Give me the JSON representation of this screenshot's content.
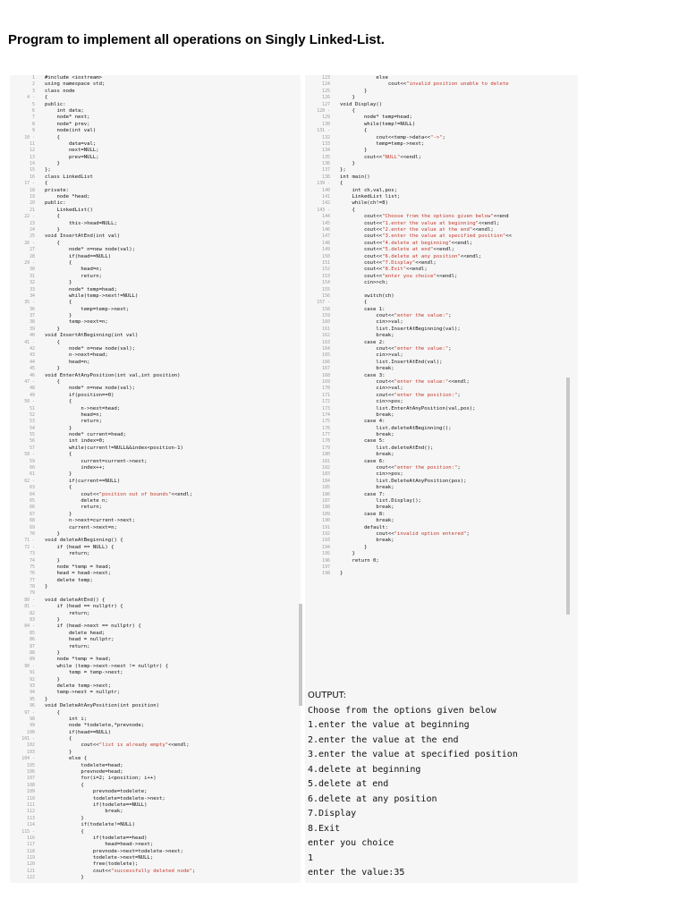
{
  "title": "Program to implement all operations on Singly Linked-List.",
  "left_code": [
    {
      "n": "1",
      "t": "#include <iostream>"
    },
    {
      "n": "2",
      "t": "using namespace std;"
    },
    {
      "n": "3",
      "t": "class node"
    },
    {
      "n": "4 -",
      "t": "{"
    },
    {
      "n": "5",
      "t": "public:"
    },
    {
      "n": "6",
      "t": "    int data;"
    },
    {
      "n": "7",
      "t": "    node* next;"
    },
    {
      "n": "8",
      "t": "    node* prev;"
    },
    {
      "n": "9",
      "t": "    node(int val)"
    },
    {
      "n": "10 -",
      "t": "    {"
    },
    {
      "n": "11",
      "t": "        data=val;"
    },
    {
      "n": "12",
      "t": "        next=NULL;"
    },
    {
      "n": "13",
      "t": "        prev=NULL;"
    },
    {
      "n": "14",
      "t": "    }"
    },
    {
      "n": "15",
      "t": "};"
    },
    {
      "n": "16",
      "t": "class LinkedList"
    },
    {
      "n": "17 -",
      "t": "{"
    },
    {
      "n": "18",
      "t": "private:"
    },
    {
      "n": "19",
      "t": "    node *head;"
    },
    {
      "n": "20",
      "t": "public:"
    },
    {
      "n": "21",
      "t": "    LinkedList()"
    },
    {
      "n": "22 -",
      "t": "    {"
    },
    {
      "n": "23",
      "t": "        this->head=NULL;"
    },
    {
      "n": "24",
      "t": "    }"
    },
    {
      "n": "25",
      "t": "void InsertAtEnd(int val)"
    },
    {
      "n": "26 -",
      "t": "    {"
    },
    {
      "n": "27",
      "t": "        node* n=new node(val);"
    },
    {
      "n": "28",
      "t": "        if(head==NULL)"
    },
    {
      "n": "29 -",
      "t": "        {"
    },
    {
      "n": "30",
      "t": "            head=n;"
    },
    {
      "n": "31",
      "t": "            return;"
    },
    {
      "n": "32",
      "t": "        }"
    },
    {
      "n": "33",
      "t": "        node* temp=head;"
    },
    {
      "n": "34",
      "t": "        while(temp->next!=NULL)"
    },
    {
      "n": "35 -",
      "t": "        {"
    },
    {
      "n": "36",
      "t": "            temp=temp->next;"
    },
    {
      "n": "37",
      "t": "        }"
    },
    {
      "n": "38",
      "t": "        temp->next=n;"
    },
    {
      "n": "39",
      "t": "    }"
    },
    {
      "n": "40",
      "t": "void InsertAtBeginning(int val)"
    },
    {
      "n": "41 -",
      "t": "    {"
    },
    {
      "n": "42",
      "t": "        node* n=new node(val);"
    },
    {
      "n": "43",
      "t": "        n->next=head;"
    },
    {
      "n": "44",
      "t": "        head=n;"
    },
    {
      "n": "45",
      "t": "    }"
    },
    {
      "n": "46",
      "t": "void EnterAtAnyPosition(int val,int position)"
    },
    {
      "n": "47 -",
      "t": "    {"
    },
    {
      "n": "48",
      "t": "        node* n=new node(val);"
    },
    {
      "n": "49",
      "t": "        if(position==0)"
    },
    {
      "n": "50 -",
      "t": "        {"
    },
    {
      "n": "51",
      "t": "            n->next=head;"
    },
    {
      "n": "52",
      "t": "            head=n;"
    },
    {
      "n": "53",
      "t": "            return;"
    },
    {
      "n": "54",
      "t": "        }"
    },
    {
      "n": "55",
      "t": "        node* current=head;"
    },
    {
      "n": "56",
      "t": "        int index=0;"
    },
    {
      "n": "57",
      "t": "        while(current!=NULL&&index<position-1)"
    },
    {
      "n": "58 -",
      "t": "        {"
    },
    {
      "n": "59",
      "t": "            current=current->next;"
    },
    {
      "n": "60",
      "t": "            index++;"
    },
    {
      "n": "61",
      "t": "        }"
    },
    {
      "n": "62 -",
      "t": "        if(current==NULL)"
    },
    {
      "n": "63",
      "t": "        {"
    },
    {
      "n": "64",
      "t": "            cout<<\"position out of bounds\"<<endl;"
    },
    {
      "n": "65",
      "t": "            delete n;"
    },
    {
      "n": "66",
      "t": "            return;"
    },
    {
      "n": "67",
      "t": "        }"
    },
    {
      "n": "68",
      "t": "        n->next=current->next;"
    },
    {
      "n": "69",
      "t": "        current->next=n;"
    },
    {
      "n": "70",
      "t": "    }"
    },
    {
      "n": "71 -",
      "t": "void deleteAtBeginning() {"
    },
    {
      "n": "72 -",
      "t": "    if (head == NULL) {"
    },
    {
      "n": "73",
      "t": "        return;"
    },
    {
      "n": "74",
      "t": "    }"
    },
    {
      "n": "75",
      "t": "    node *temp = head;"
    },
    {
      "n": "76",
      "t": "    head = head->next;"
    },
    {
      "n": "77",
      "t": "    delete temp;"
    },
    {
      "n": "78",
      "t": "}"
    },
    {
      "n": "79",
      "t": ""
    },
    {
      "n": "80 -",
      "t": "void deleteAtEnd() {"
    },
    {
      "n": "81 -",
      "t": "    if (head == nullptr) {"
    },
    {
      "n": "82",
      "t": "        return;"
    },
    {
      "n": "83",
      "t": "    }"
    },
    {
      "n": "84 -",
      "t": "    if (head->next == nullptr) {"
    },
    {
      "n": "85",
      "t": "        delete head;"
    },
    {
      "n": "86",
      "t": "        head = nullptr;"
    },
    {
      "n": "87",
      "t": "        return;"
    },
    {
      "n": "88",
      "t": "    }"
    },
    {
      "n": "89",
      "t": "    node *temp = head;"
    },
    {
      "n": "90 -",
      "t": "    while (temp->next->next != nullptr) {"
    },
    {
      "n": "91",
      "t": "        temp = temp->next;"
    },
    {
      "n": "92",
      "t": "    }"
    },
    {
      "n": "93",
      "t": "    delete temp->next;"
    },
    {
      "n": "94",
      "t": "    temp->next = nullptr;"
    },
    {
      "n": "95",
      "t": "}"
    },
    {
      "n": "96",
      "t": "void DeleteAtAnyPosition(int position)"
    },
    {
      "n": "97 -",
      "t": "    {"
    },
    {
      "n": "98",
      "t": "        int i;"
    },
    {
      "n": "99",
      "t": "        node *todelete,*prevnode;"
    },
    {
      "n": "100",
      "t": "        if(head==NULL)"
    },
    {
      "n": "101 -",
      "t": "        {"
    },
    {
      "n": "102",
      "t": "            cout<<\"list is already empty\"<<endl;"
    },
    {
      "n": "103",
      "t": "        }"
    },
    {
      "n": "104 -",
      "t": "        else {"
    },
    {
      "n": "105",
      "t": "            todelete=head;"
    },
    {
      "n": "106",
      "t": "            prevnode=head;"
    },
    {
      "n": "107",
      "t": "            for(i=2; i<position; i++)"
    },
    {
      "n": "108",
      "t": "            {"
    },
    {
      "n": "109",
      "t": "                prevnode=todelete;"
    },
    {
      "n": "110",
      "t": "                todelete=todelete->next;"
    },
    {
      "n": "111",
      "t": "                if(todelete==NULL)"
    },
    {
      "n": "112",
      "t": "                    break;"
    },
    {
      "n": "113",
      "t": "            }"
    },
    {
      "n": "114",
      "t": "            if(todelete!=NULL)"
    },
    {
      "n": "115 -",
      "t": "            {"
    },
    {
      "n": "116",
      "t": "                if(todelete==head)"
    },
    {
      "n": "117",
      "t": "                    head=head->next;"
    },
    {
      "n": "118",
      "t": "                prevnode->next=todelete->next;"
    },
    {
      "n": "119",
      "t": "                todelete->next=NULL;"
    },
    {
      "n": "120",
      "t": "                free(todelete);"
    },
    {
      "n": "121",
      "t": "                cout<<\"successfully deleted node\";"
    },
    {
      "n": "122",
      "t": "            }"
    }
  ],
  "right_code": [
    {
      "n": "123",
      "t": "            else"
    },
    {
      "n": "124",
      "t": "                cout<<\"invalid position unable to delete"
    },
    {
      "n": "125",
      "t": "        }"
    },
    {
      "n": "126",
      "t": "    }"
    },
    {
      "n": "127",
      "t": "void Display()"
    },
    {
      "n": "128 -",
      "t": "    {"
    },
    {
      "n": "129",
      "t": "        node* temp=head;"
    },
    {
      "n": "130",
      "t": "        while(temp!=NULL)"
    },
    {
      "n": "131 -",
      "t": "        {"
    },
    {
      "n": "132",
      "t": "            cout<<temp->data<<\"->\";"
    },
    {
      "n": "133",
      "t": "            temp=temp->next;"
    },
    {
      "n": "134",
      "t": "        }"
    },
    {
      "n": "135",
      "t": "        cout<<\"NULL\"<<endl;"
    },
    {
      "n": "136",
      "t": "    }"
    },
    {
      "n": "137",
      "t": "};"
    },
    {
      "n": "138",
      "t": "int main()"
    },
    {
      "n": "139 -",
      "t": "{"
    },
    {
      "n": "140",
      "t": "    int ch,val,pos;"
    },
    {
      "n": "141",
      "t": "    LinkedList list;"
    },
    {
      "n": "142",
      "t": "    while(ch!=8)"
    },
    {
      "n": "143 -",
      "t": "    {"
    },
    {
      "n": "144",
      "t": "        cout<<\"Choose from the options given below\"<<end"
    },
    {
      "n": "145",
      "t": "        cout<<\"1.enter the value at beginning\"<<endl;"
    },
    {
      "n": "146",
      "t": "        cout<<\"2.enter the value at the end\"<<endl;"
    },
    {
      "n": "147",
      "t": "        cout<<\"3.enter the value at specified position\"<<"
    },
    {
      "n": "148",
      "t": "        cout<<\"4.delete at beginning\"<<endl;"
    },
    {
      "n": "149",
      "t": "        cout<<\"5.delete at end\"<<endl;"
    },
    {
      "n": "150",
      "t": "        cout<<\"6.delete at any position\"<<endl;"
    },
    {
      "n": "151",
      "t": "        cout<<\"7.Display\"<<endl;"
    },
    {
      "n": "152",
      "t": "        cout<<\"8.Exit\"<<endl;"
    },
    {
      "n": "153",
      "t": "        cout<<\"enter you choice\"<<endl;"
    },
    {
      "n": "154",
      "t": "        cin>>ch;"
    },
    {
      "n": "155",
      "t": ""
    },
    {
      "n": "156",
      "t": "        switch(ch)"
    },
    {
      "n": "157 -",
      "t": "        {"
    },
    {
      "n": "158",
      "t": "        case 1:"
    },
    {
      "n": "159",
      "t": "            cout<<\"enter the value:\";"
    },
    {
      "n": "160",
      "t": "            cin>>val;"
    },
    {
      "n": "161",
      "t": "            list.InsertAtBeginning(val);"
    },
    {
      "n": "162",
      "t": "            break;"
    },
    {
      "n": "163",
      "t": "        case 2:"
    },
    {
      "n": "164",
      "t": "            cout<<\"enter the value:\";"
    },
    {
      "n": "165",
      "t": "            cin>>val;"
    },
    {
      "n": "166",
      "t": "            list.InsertAtEnd(val);"
    },
    {
      "n": "167",
      "t": "            break;"
    },
    {
      "n": "168",
      "t": "        case 3:"
    },
    {
      "n": "169",
      "t": "            cout<<\"enter the value:\"<<endl;"
    },
    {
      "n": "170",
      "t": "            cin>>val;"
    },
    {
      "n": "171",
      "t": "            cout<<\"enter the position:\";"
    },
    {
      "n": "172",
      "t": "            cin>>pos;"
    },
    {
      "n": "173",
      "t": "            list.EnterAtAnyPosition(val,pos);"
    },
    {
      "n": "174",
      "t": "            break;"
    },
    {
      "n": "175",
      "t": "        case 4:"
    },
    {
      "n": "176",
      "t": "            list.deleteAtBeginning();"
    },
    {
      "n": "177",
      "t": "            break;"
    },
    {
      "n": "178",
      "t": "        case 5:"
    },
    {
      "n": "179",
      "t": "            list.deleteAtEnd();"
    },
    {
      "n": "180",
      "t": "            break;"
    },
    {
      "n": "181",
      "t": "        case 6:"
    },
    {
      "n": "182",
      "t": "            cout<<\"enter the position:\";"
    },
    {
      "n": "183",
      "t": "            cin>>pos;"
    },
    {
      "n": "184",
      "t": "            list.DeleteAtAnyPosition(pos);"
    },
    {
      "n": "185",
      "t": "            break;"
    },
    {
      "n": "186",
      "t": "        case 7:"
    },
    {
      "n": "187",
      "t": "            list.Display();"
    },
    {
      "n": "188",
      "t": "            break;"
    },
    {
      "n": "189",
      "t": "        case 8:"
    },
    {
      "n": "190",
      "t": "            break;"
    },
    {
      "n": "191",
      "t": "        default:"
    },
    {
      "n": "192",
      "t": "            cout<<\"invalid option entered\";"
    },
    {
      "n": "193",
      "t": "            break;"
    },
    {
      "n": "194",
      "t": "        }"
    },
    {
      "n": "195",
      "t": "    }"
    },
    {
      "n": "196",
      "t": "    return 0;"
    },
    {
      "n": "197",
      "t": ""
    },
    {
      "n": "198",
      "t": "}"
    }
  ],
  "output": {
    "heading": "OUTPUT:",
    "lines": [
      "Choose from the options given below",
      "1.enter the value at beginning",
      "2.enter the value at the end",
      "3.enter the value at specified position",
      "4.delete at beginning",
      "5.delete at end",
      "6.delete at any position",
      "7.Display",
      "8.Exit",
      "enter you choice",
      "1",
      "enter the value:35"
    ]
  },
  "colors": {
    "string_literal": "#c0392b",
    "panel_background": "#f6f6f6",
    "line_number": "#999999"
  }
}
